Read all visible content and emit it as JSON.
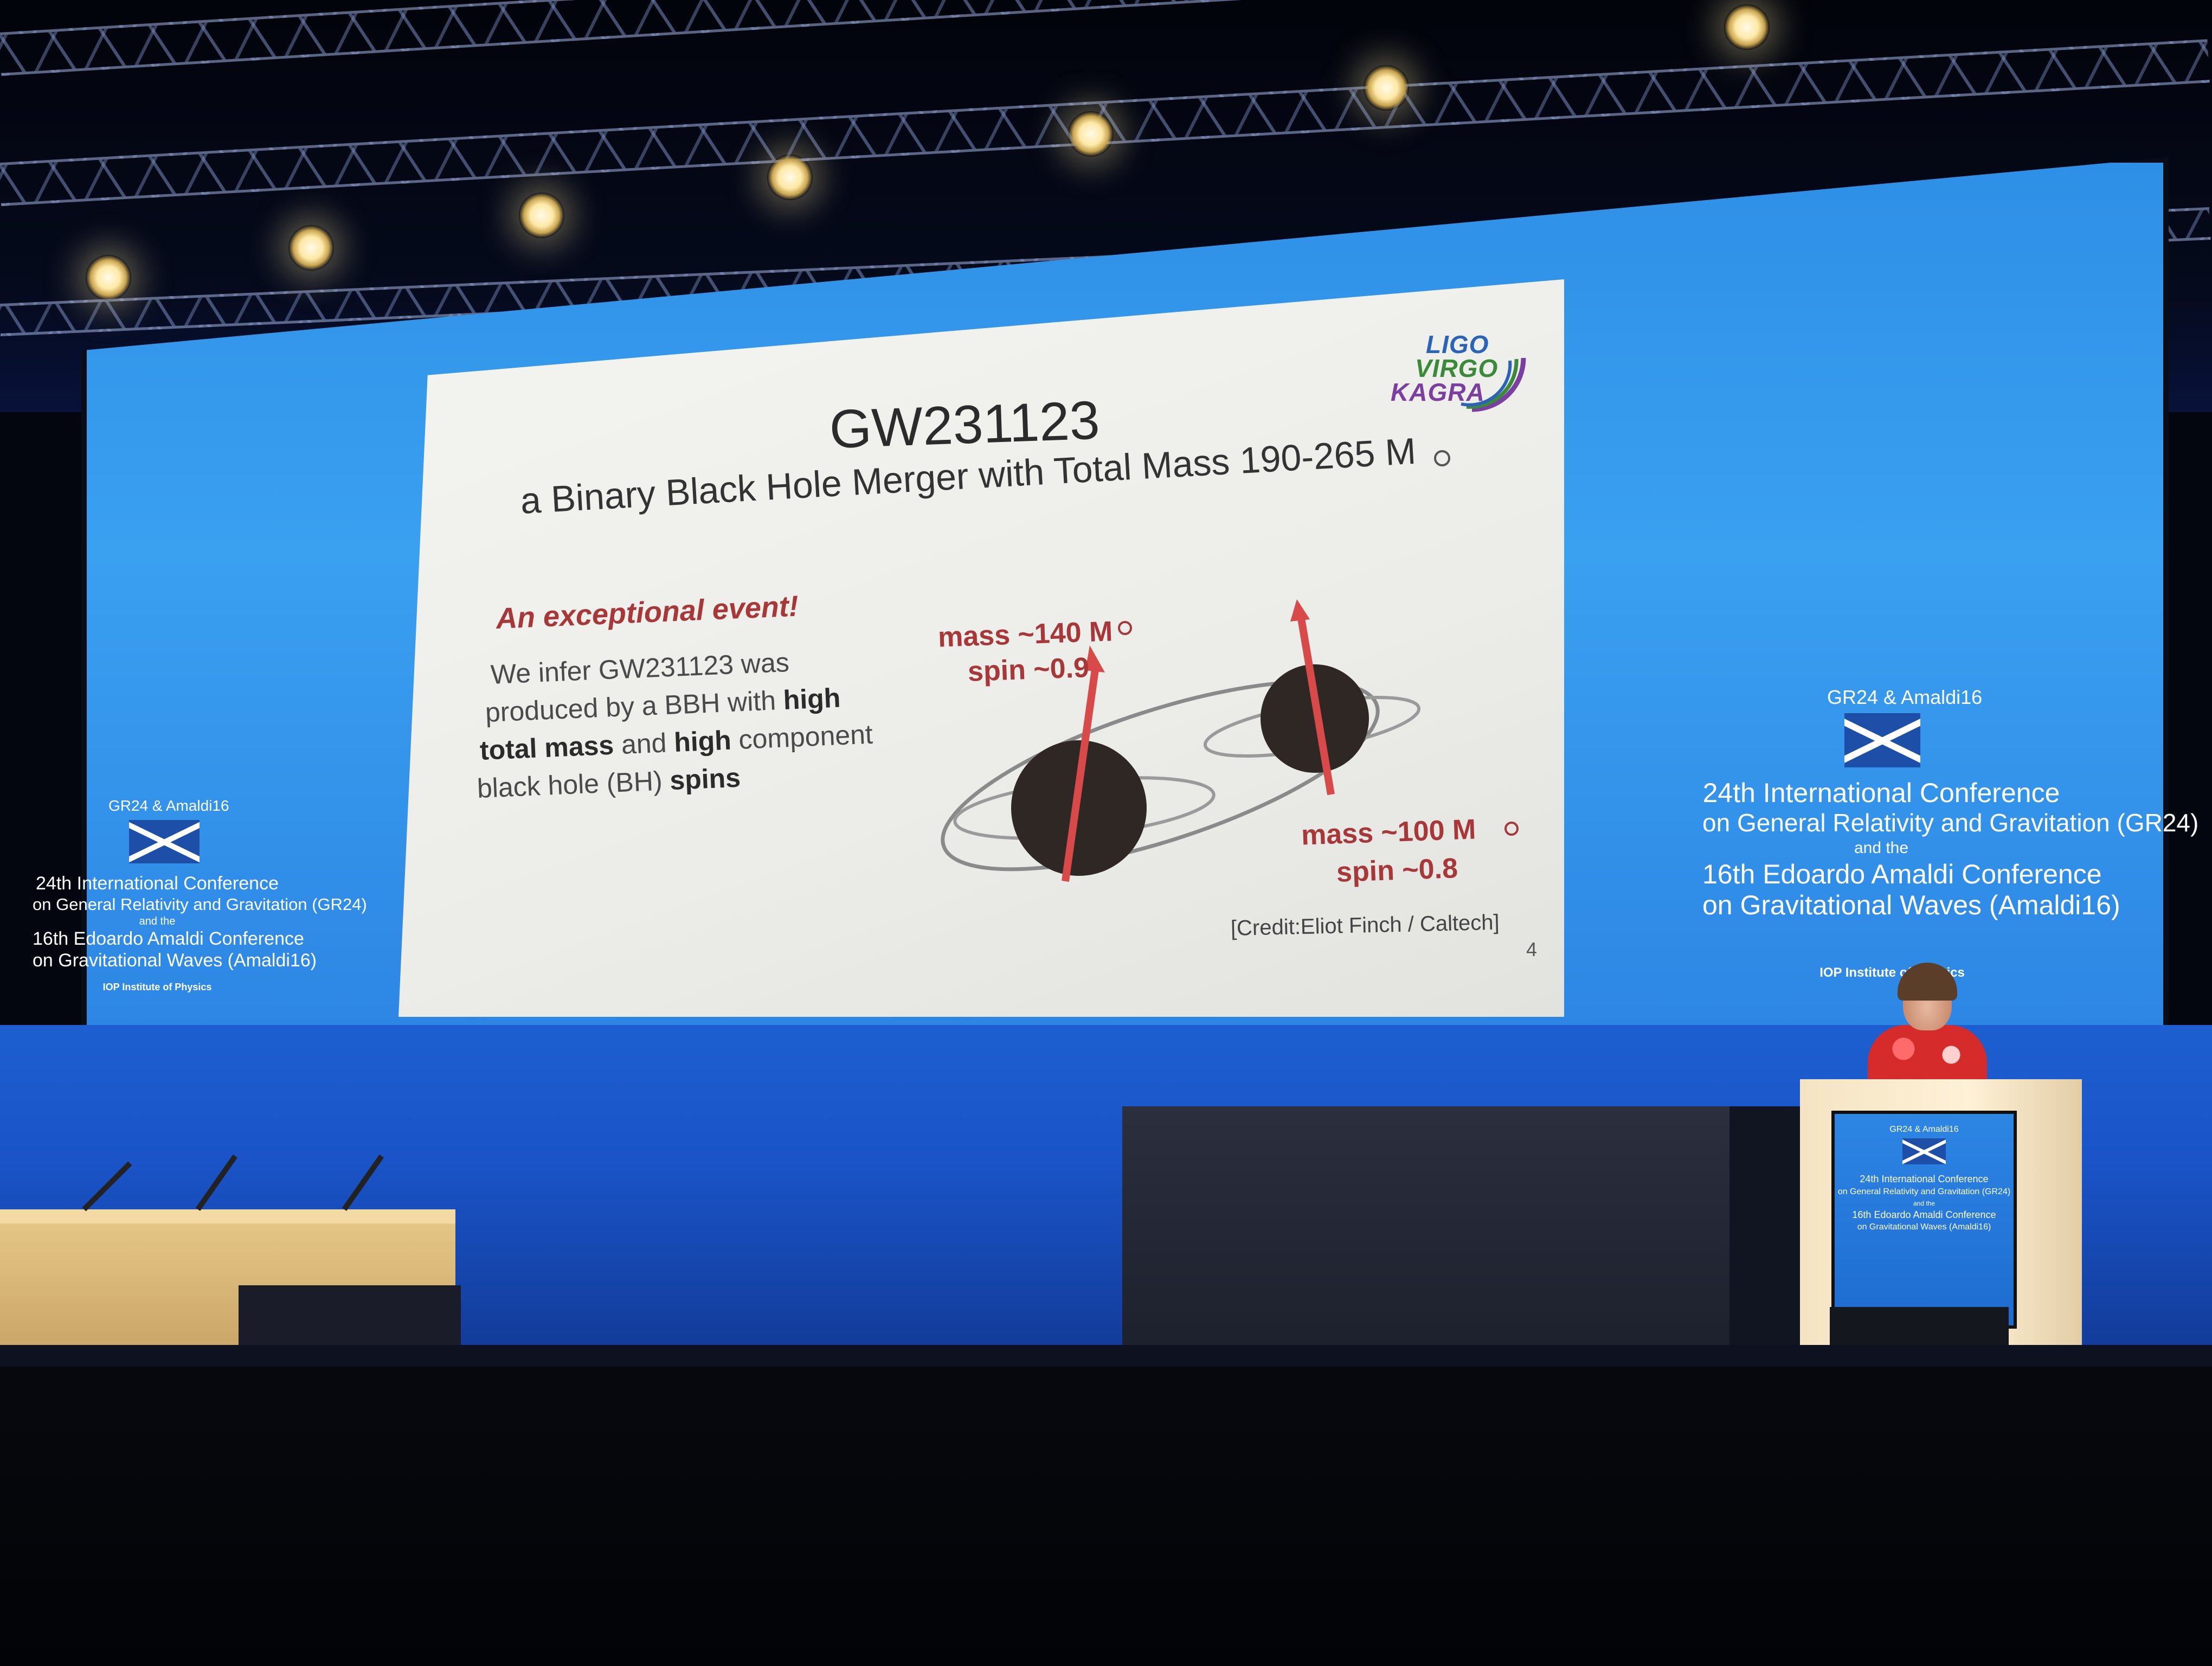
{
  "slide": {
    "title": "GW231123",
    "subtitle": "a Binary Black Hole Merger with Total Mass 190-265 M",
    "highlight": "An exceptional event!",
    "body": {
      "l1": "We infer GW231123 was",
      "l2_a": "produced by a BBH with ",
      "l2_b": "high",
      "l3_a": "total mass",
      "l3_b": " and ",
      "l3_c": "high",
      "l3_d": " component",
      "l4_a": "black hole (BH) ",
      "l4_b": "spins"
    },
    "bh_primary": {
      "mass": "mass ~140 M",
      "spin": "spin ~0.9"
    },
    "bh_secondary": {
      "mass": "mass ~100 M",
      "spin": "spin ~0.8"
    },
    "credit": "[Credit:Eliot Finch / Caltech]",
    "page_number": "4",
    "logo": {
      "l1": "LIGO",
      "l2": "VIRGO",
      "l3": "KAGRA"
    }
  },
  "conference": {
    "brand": "GR24 & Amaldi16",
    "line1": "24th International Conference",
    "line2": "on General Relativity and Gravitation (GR24)",
    "line3": "and the",
    "line4": "16th Edoardo Amaldi Conference",
    "line5": "on Gravitational Waves (Amaldi16)",
    "sponsor_right": "IOP Institute of Physics",
    "sponsor_left": "IOP Institute of Physics"
  },
  "colors": {
    "accent_red": "#a8373a",
    "led_blue": "#2e8fe6",
    "flag_blue": "#1d4fa8"
  }
}
